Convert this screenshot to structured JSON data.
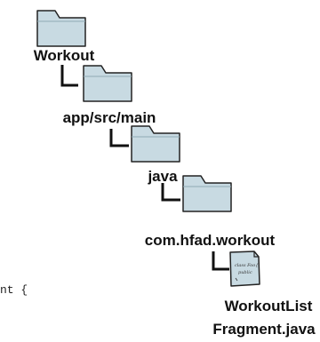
{
  "code_fragment": "nt {",
  "colors": {
    "folder_fill": "#c8dae2",
    "folder_stroke": "#222222",
    "connector": "#111111",
    "label": "#111111"
  },
  "tree": {
    "root": {
      "label": "Workout",
      "icon": "folder-icon"
    },
    "app_src_main": {
      "label": "app/src/main",
      "icon": "folder-icon"
    },
    "java": {
      "label": "java",
      "icon": "folder-icon"
    },
    "package": {
      "label": "com.hfad.workout",
      "icon": "folder-icon"
    },
    "file": {
      "label_line1": "WorkoutList",
      "label_line2": "Fragment.java",
      "icon": "java-file-icon",
      "doc_line1": "class Foo{",
      "doc_line2": "public"
    }
  }
}
